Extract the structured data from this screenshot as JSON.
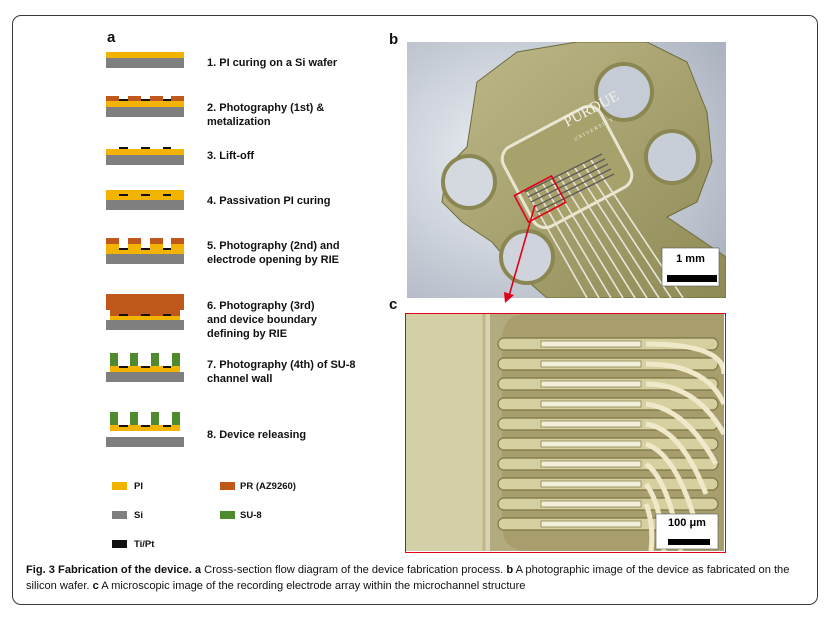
{
  "panels": {
    "a": "a",
    "b": "b",
    "c": "c"
  },
  "steps": [
    "1. PI curing on a Si wafer",
    "2. Photography (1st) &\nmetalization",
    "3. Lift-off",
    "4. Passivation PI curing",
    "5. Photography (2nd) and\nelectrode opening by RIE",
    "6. Photography (3rd)\nand device boundary\ndefining by RIE",
    "7. Photography (4th) of SU-8\nchannel wall",
    "8. Device releasing"
  ],
  "legend": {
    "pi": "PI",
    "pr": "PR (AZ9260)",
    "si": "Si",
    "su8": "SU-8",
    "tipt": "Ti/Pt"
  },
  "colors": {
    "pi": "#f2b400",
    "pr": "#c0581b",
    "si": "#7f7f7f",
    "su8": "#4f8a2e",
    "tipt": "#111111",
    "arrow": "#e0001a"
  },
  "photo_b": {
    "logo_line1": "PURDUE",
    "logo_line2": "UNIVERSITY",
    "scalebar": "1 mm"
  },
  "photo_c": {
    "scalebar": "100 μm"
  },
  "caption": {
    "fig_label": "Fig. 3 Fabrication of the device.",
    "a_label": "a",
    "a_text": " Cross-section flow diagram of the device fabrication process. ",
    "b_label": "b",
    "b_text": " A photographic image of the device as fabricated on the silicon wafer. ",
    "c_label": "c",
    "c_text": " A microscopic image of the recording electrode array within the microchannel structure"
  }
}
